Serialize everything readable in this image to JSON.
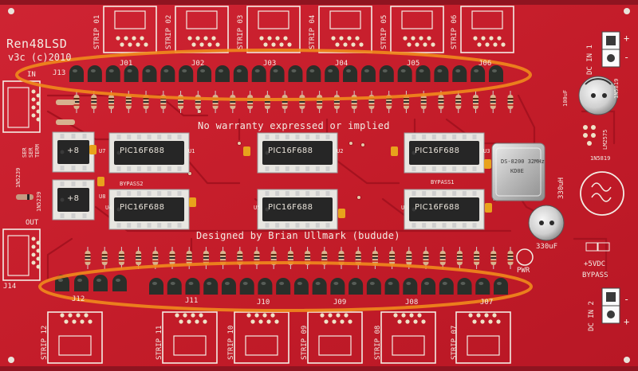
{
  "board": {
    "name": "Ren48LSD",
    "version": "v3c (c)2010",
    "warranty": "No warranty expressed or implied",
    "designer": "Designed by Brian Ullmark (budude)"
  },
  "strips_top": [
    {
      "label": "STRIP 01",
      "jack": "J01"
    },
    {
      "label": "STRIP 02",
      "jack": "J02"
    },
    {
      "label": "STRIP 03",
      "jack": "J03"
    },
    {
      "label": "STRIP 04",
      "jack": "J04"
    },
    {
      "label": "STRIP 05",
      "jack": "J05"
    },
    {
      "label": "STRIP 06",
      "jack": "J06"
    }
  ],
  "strips_bottom": [
    {
      "label": "STRIP 12",
      "jack": "J12"
    },
    {
      "label": "STRIP 11",
      "jack": "J11"
    },
    {
      "label": "STRIP 10",
      "jack": "J10"
    },
    {
      "label": "STRIP 09",
      "jack": "J09"
    },
    {
      "label": "STRIP 08",
      "jack": "J08"
    },
    {
      "label": "STRIP 07",
      "jack": "J07"
    }
  ],
  "connectors": {
    "in": "IN",
    "out": "OUT",
    "j13": "J13",
    "j14": "J14"
  },
  "chips": {
    "pic_label": "PIC16F688",
    "small_chip": "+8",
    "u1": "U1",
    "u2": "U2",
    "u3": "U3",
    "u4": "U4",
    "u5": "U5",
    "u6": "U6",
    "u7": "U7",
    "u8": "U8",
    "bypass1": "BYPASS1",
    "bypass2": "BYPASS2",
    "oscillator": "DS-8200 32MHz",
    "oscillator_code": "KD0E"
  },
  "power": {
    "dc_in_1": "DC IN 1",
    "dc_in_2": "DC IN 2",
    "plus": "+",
    "minus": "-",
    "cap_1": "100uF",
    "cap_2": "330uF",
    "inductor": "330uH",
    "diode_1": "1N5819",
    "diode_2": "1N5819",
    "regulator": "LM2575",
    "supply": "+5VDC",
    "bypass": "BYPASS",
    "pwr": "PWR"
  },
  "misc_labels": {
    "zener_1": "1N5239",
    "zener_2": "1N5239",
    "ser_1": "SER",
    "ser_2": "SER",
    "term": "TERM"
  },
  "highlight_color": "#f08a1c",
  "board_color": "#c81f2c"
}
